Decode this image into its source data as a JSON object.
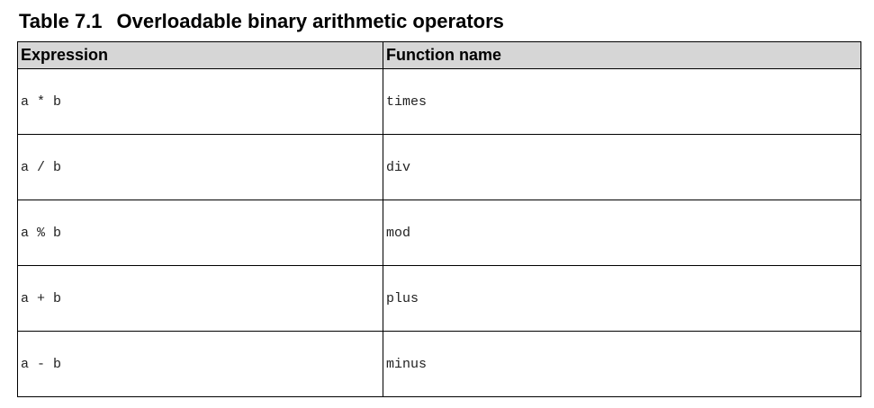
{
  "caption": {
    "number": "Table 7.1",
    "title": "Overloadable binary arithmetic operators"
  },
  "table": {
    "headers": [
      "Expression",
      "Function name"
    ],
    "rows": [
      {
        "expression": "a * b",
        "function": "times"
      },
      {
        "expression": "a / b",
        "function": "div"
      },
      {
        "expression": "a % b",
        "function": "mod"
      },
      {
        "expression": "a + b",
        "function": "plus"
      },
      {
        "expression": "a - b",
        "function": "minus"
      }
    ]
  }
}
